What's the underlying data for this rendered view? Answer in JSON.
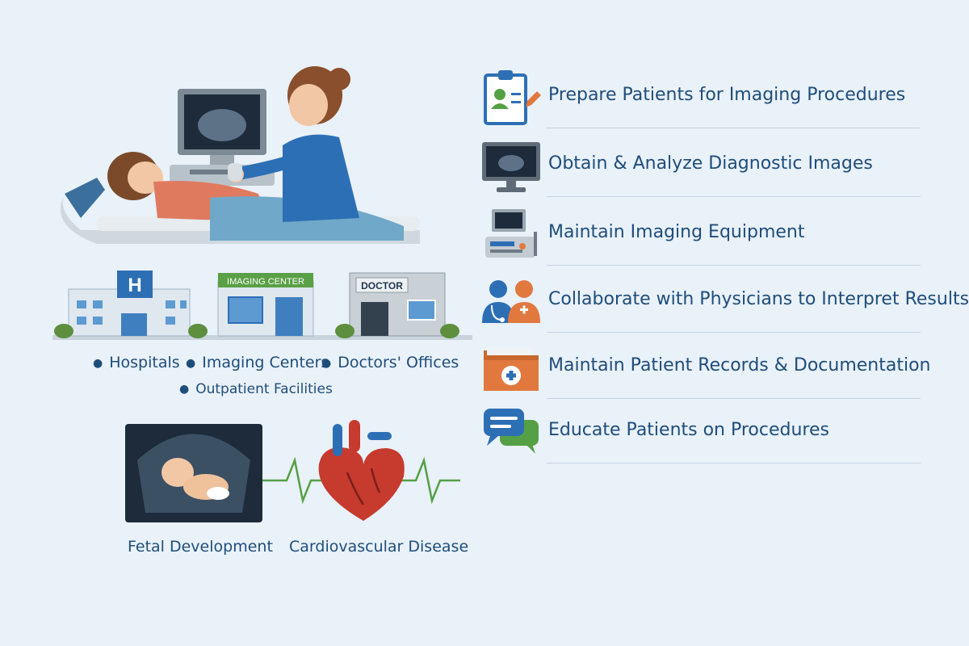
{
  "facilities": {
    "imaging_center_sign": "IMAGING CENTER",
    "doctor_sign": "DOCTOR",
    "hospital_sign": "H",
    "items": [
      {
        "label": "Hospitals"
      },
      {
        "label": "Imaging Centers"
      },
      {
        "label": "Doctors' Offices"
      },
      {
        "label": "Outpatient Facilities"
      }
    ]
  },
  "specialties": [
    {
      "label": "Fetal Development"
    },
    {
      "label": "Cardiovascular Disease"
    }
  ],
  "duties": [
    {
      "label": "Prepare Patients for Imaging Procedures",
      "icon": "clipboard-patient-icon"
    },
    {
      "label": "Obtain & Analyze Diagnostic Images",
      "icon": "ultrasound-monitor-icon"
    },
    {
      "label": "Maintain Imaging Equipment",
      "icon": "ultrasound-machine-icon"
    },
    {
      "label": "Collaborate with Physicians to Interpret Results",
      "icon": "physicians-icon"
    },
    {
      "label": "Maintain Patient Records & Documentation",
      "icon": "medical-folder-icon"
    },
    {
      "label": "Educate Patients on Procedures",
      "icon": "chat-bubbles-icon"
    }
  ],
  "colors": {
    "background": "#e9f1f9",
    "text": "#1f4d7a",
    "brand_blue": "#2d6fb5",
    "accent_orange": "#e1793f",
    "accent_green": "#55a045",
    "heart_red": "#c63b2e"
  }
}
